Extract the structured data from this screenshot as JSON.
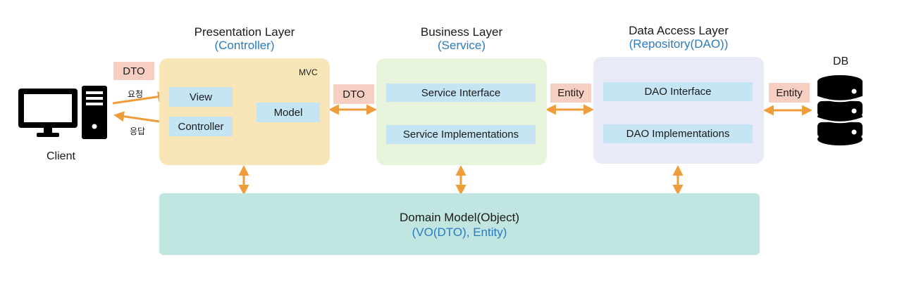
{
  "layers": {
    "presentation": {
      "title": "Presentation Layer",
      "subtitle": "(Controller)",
      "badge": "MVC",
      "view": "View",
      "controller": "Controller",
      "model": "Model"
    },
    "business": {
      "title": "Business Layer",
      "subtitle": "(Service)",
      "interface": "Service Interface",
      "implementations": "Service Implementations"
    },
    "data_access": {
      "title": "Data Access Layer",
      "subtitle": "(Repository(DAO))",
      "interface": "DAO Interface",
      "implementations": "DAO Implementations"
    }
  },
  "client": {
    "label": "Client",
    "request": "요청",
    "response": "응답",
    "dto_tag": "DTO"
  },
  "db": {
    "label": "DB"
  },
  "connectors": {
    "presentation_business": "DTO",
    "business_data": "Entity",
    "data_db": "Entity"
  },
  "domain": {
    "title": "Domain Model(Object)",
    "subtitle": "(VO(DTO), Entity)"
  },
  "colors": {
    "presentation_bg": "#f8e6b8",
    "business_bg": "#e8f3dc",
    "data_bg": "#e8eaf8",
    "domain_bg": "#c1e5e0",
    "inner_bg": "#c5e5f5",
    "tag_bg": "#f6cfc2",
    "arrow": "#ef9d3a",
    "subtitle": "#2b7bbf"
  }
}
